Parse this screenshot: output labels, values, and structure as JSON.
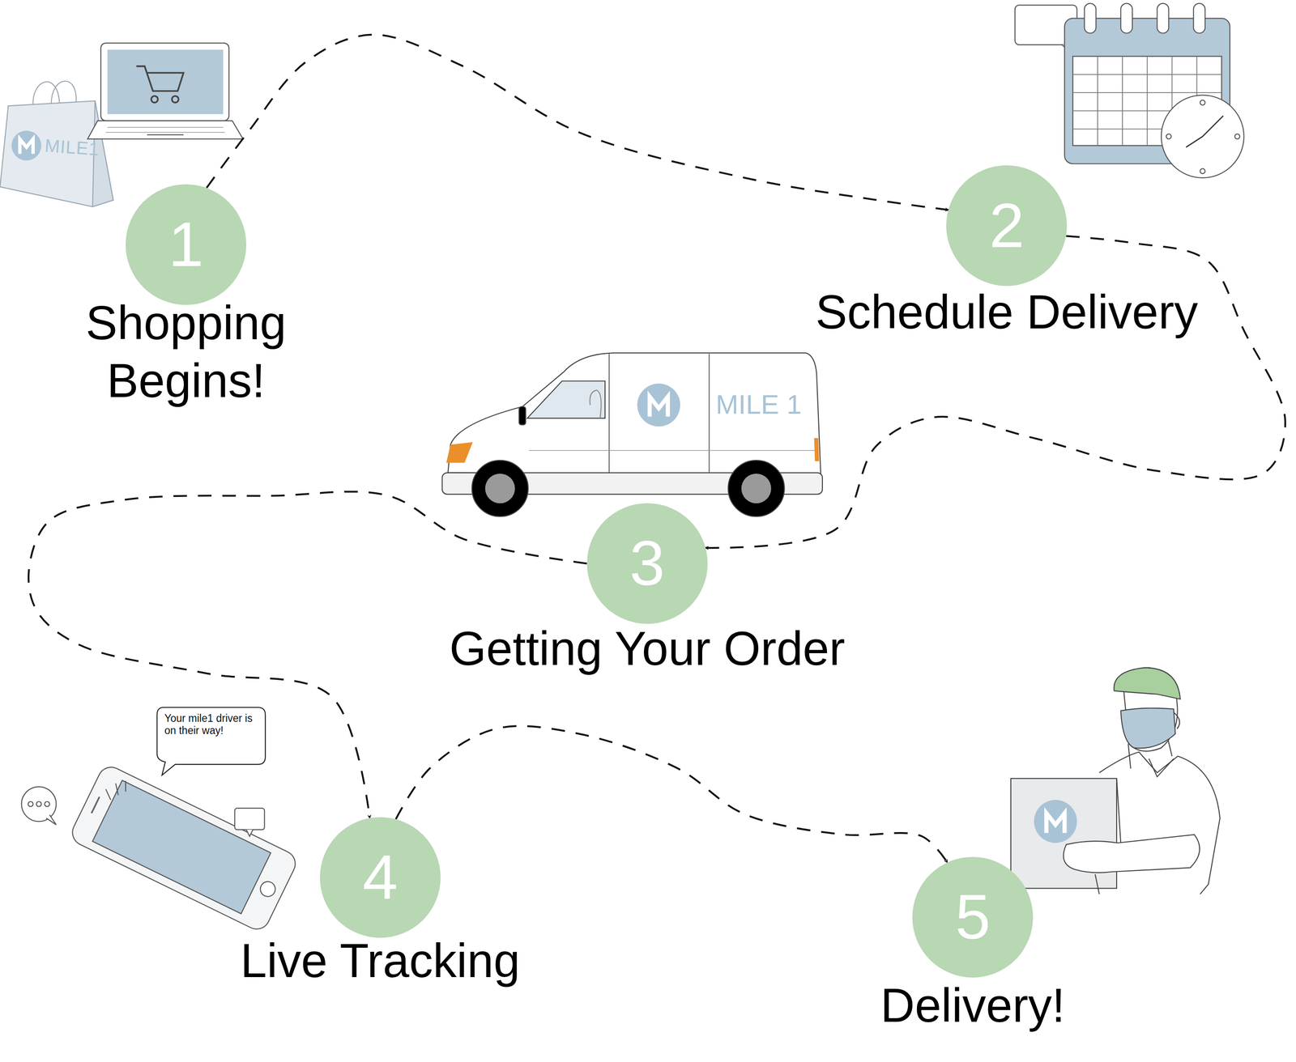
{
  "diagram": {
    "nodes": [
      {
        "text": [
          "1",
          "Shopping Begins!"
        ]
      },
      {
        "text": [
          "2",
          "Schedule Delivery"
        ]
      },
      {
        "text": [
          "3",
          "Getting Your Order"
        ]
      },
      {
        "text": [
          "4",
          "Live Tracking"
        ]
      },
      {
        "text": [
          "5",
          "Delivery!"
        ]
      }
    ],
    "edges": [
      {
        "from": 0,
        "to": 1,
        "arrow": "to"
      },
      {
        "from": 1,
        "to": 2,
        "arrow": "to"
      },
      {
        "from": 2,
        "to": 3,
        "arrow": "to"
      },
      {
        "from": 3,
        "to": 4,
        "arrow": "to"
      }
    ],
    "labels": [
      "MILE1",
      "MILE 1",
      "Your mile1 driver is on their way!"
    ]
  }
}
